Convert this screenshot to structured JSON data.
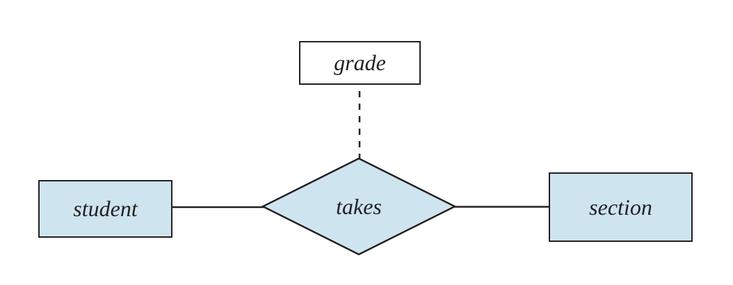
{
  "diagram": {
    "kind": "entity-relationship-diagram",
    "nodes": {
      "student": {
        "label": "student",
        "role": "entity-set",
        "shape": "rectangle"
      },
      "takes": {
        "label": "takes",
        "role": "relationship-set",
        "shape": "diamond"
      },
      "section": {
        "label": "section",
        "role": "entity-set",
        "shape": "rectangle"
      },
      "grade": {
        "label": "grade",
        "role": "descriptive-attribute",
        "shape": "rectangle"
      }
    },
    "edges": [
      {
        "from": "student",
        "to": "takes",
        "style": "solid"
      },
      {
        "from": "takes",
        "to": "section",
        "style": "solid"
      },
      {
        "from": "grade",
        "to": "takes",
        "style": "dashed"
      }
    ],
    "colors": {
      "node_fill": "#cee4ee",
      "attribute_fill": "#ffffff",
      "stroke": "#231f20",
      "text": "#231f20",
      "background": "#ffffff"
    }
  }
}
